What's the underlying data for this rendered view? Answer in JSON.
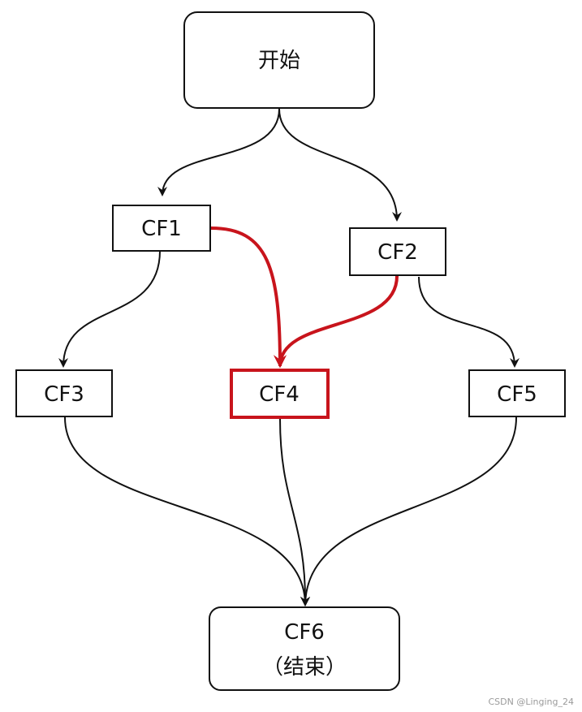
{
  "nodes": {
    "start": {
      "label": "开始"
    },
    "cf1": {
      "label": "CF1"
    },
    "cf2": {
      "label": "CF2"
    },
    "cf3": {
      "label": "CF3"
    },
    "cf4": {
      "label": "CF4",
      "highlight": true
    },
    "cf5": {
      "label": "CF5"
    },
    "cf6": {
      "label_line1": "CF6",
      "label_line2": "（结束）"
    }
  },
  "edges": [
    {
      "from": "开始",
      "to": "CF1"
    },
    {
      "from": "开始",
      "to": "CF2"
    },
    {
      "from": "CF1",
      "to": "CF3"
    },
    {
      "from": "CF1",
      "to": "CF4",
      "highlight": true
    },
    {
      "from": "CF2",
      "to": "CF4",
      "highlight": true
    },
    {
      "from": "CF2",
      "to": "CF5"
    },
    {
      "from": "CF3",
      "to": "CF6"
    },
    {
      "from": "CF4",
      "to": "CF6"
    },
    {
      "from": "CF5",
      "to": "CF6"
    }
  ],
  "colors": {
    "stroke": "#111111",
    "highlight": "#c8141c"
  },
  "watermark": "CSDN @Linging_24"
}
